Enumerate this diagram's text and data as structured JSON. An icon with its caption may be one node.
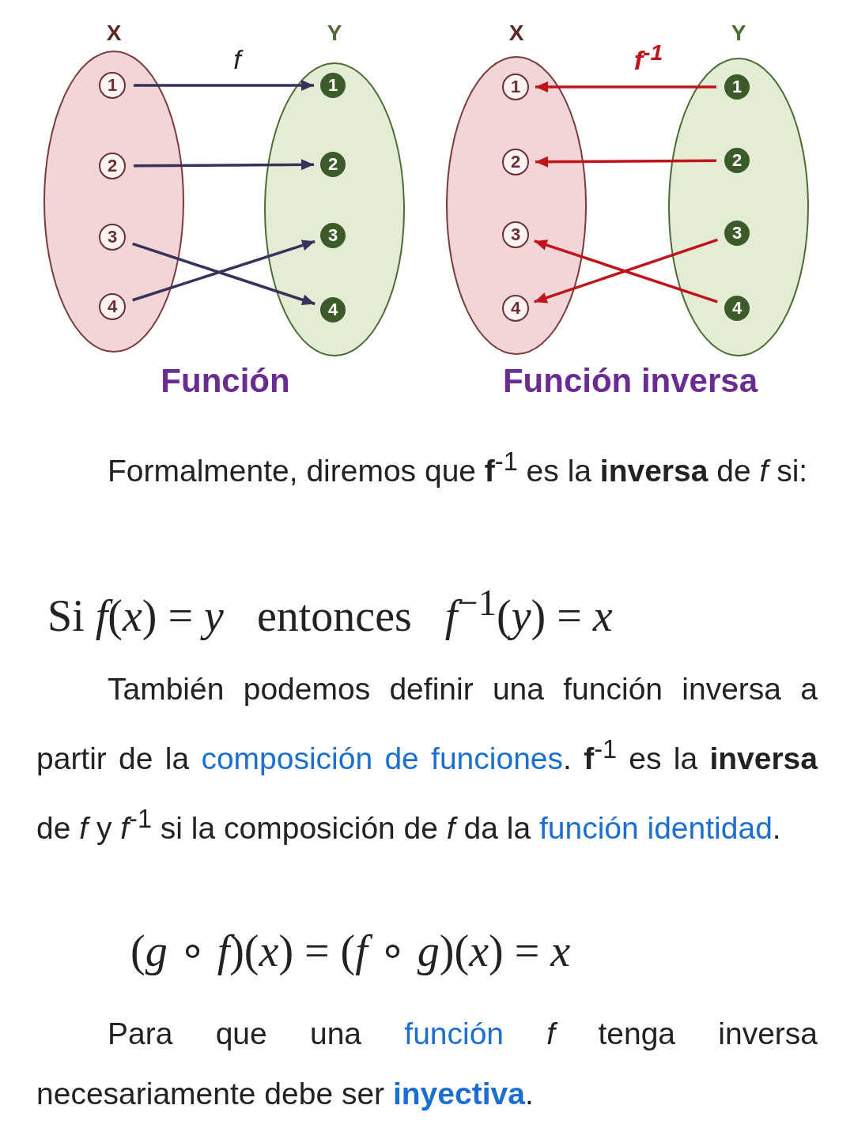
{
  "diagram": {
    "nodes": [
      {
        "text": [
          "X"
        ]
      },
      {
        "text": [
          "1"
        ],
        "in": 0
      },
      {
        "text": [
          "2"
        ],
        "in": 0
      },
      {
        "text": [
          "3"
        ],
        "in": 0
      },
      {
        "text": [
          "4"
        ],
        "in": 0
      },
      {
        "text": [
          "Y"
        ]
      },
      {
        "text": [
          "1"
        ],
        "in": 5
      },
      {
        "text": [
          "2"
        ],
        "in": 5
      },
      {
        "text": [
          "3"
        ],
        "in": 5
      },
      {
        "text": [
          "4"
        ],
        "in": 5
      },
      {
        "text": [
          "X"
        ]
      },
      {
        "text": [
          "1"
        ],
        "in": 10
      },
      {
        "text": [
          "2"
        ],
        "in": 10
      },
      {
        "text": [
          "3"
        ],
        "in": 10
      },
      {
        "text": [
          "4"
        ],
        "in": 10
      },
      {
        "text": [
          "Y"
        ]
      },
      {
        "text": [
          "1"
        ],
        "in": 15
      },
      {
        "text": [
          "2"
        ],
        "in": 15
      },
      {
        "text": [
          "3"
        ],
        "in": 15
      },
      {
        "text": [
          "4"
        ],
        "in": 15
      }
    ],
    "edges": [
      {
        "from": 1,
        "to": 6,
        "arrow": "to",
        "label": "f",
        "color": "#38325a"
      },
      {
        "from": 2,
        "to": 7,
        "arrow": "to",
        "color": "#38325a"
      },
      {
        "from": 3,
        "to": 9,
        "arrow": "to",
        "color": "#38325a"
      },
      {
        "from": 4,
        "to": 8,
        "arrow": "to",
        "color": "#38325a"
      },
      {
        "from": 16,
        "to": 11,
        "arrow": "to",
        "label": "f$^{-1}$",
        "color": "#c0141c"
      },
      {
        "from": 17,
        "to": 12,
        "arrow": "to",
        "color": "#c0141c"
      },
      {
        "from": 18,
        "to": 14,
        "arrow": "to",
        "color": "#c0141c"
      },
      {
        "from": 19,
        "to": 13,
        "arrow": "to",
        "color": "#c0141c"
      }
    ],
    "labels": [
      "Función",
      "Función inversa",
      "Formalmente, diremos que **f**$^{-1}$ es la **inversa** de *f* si:",
      "Si *f*(*x*) = *y*   entonces   *f*$^{−1}$(*y*) = *x*",
      "También podemos definir una función inversa a partir de la",
      "composición de funciones",
      ". **f**$^{-1}$ es la **inversa** de *f* y *f*$^{-1}$ si la composición de *f* da la",
      "función identidad",
      ".",
      "(*g* ∘ *f*)(*x*) = (*f* ∘ *g*)(*x*) = *x*",
      "Para que una",
      "función",
      "*f* tenga inversa necesariamente debe ser",
      "inyectiva",
      "."
    ]
  }
}
